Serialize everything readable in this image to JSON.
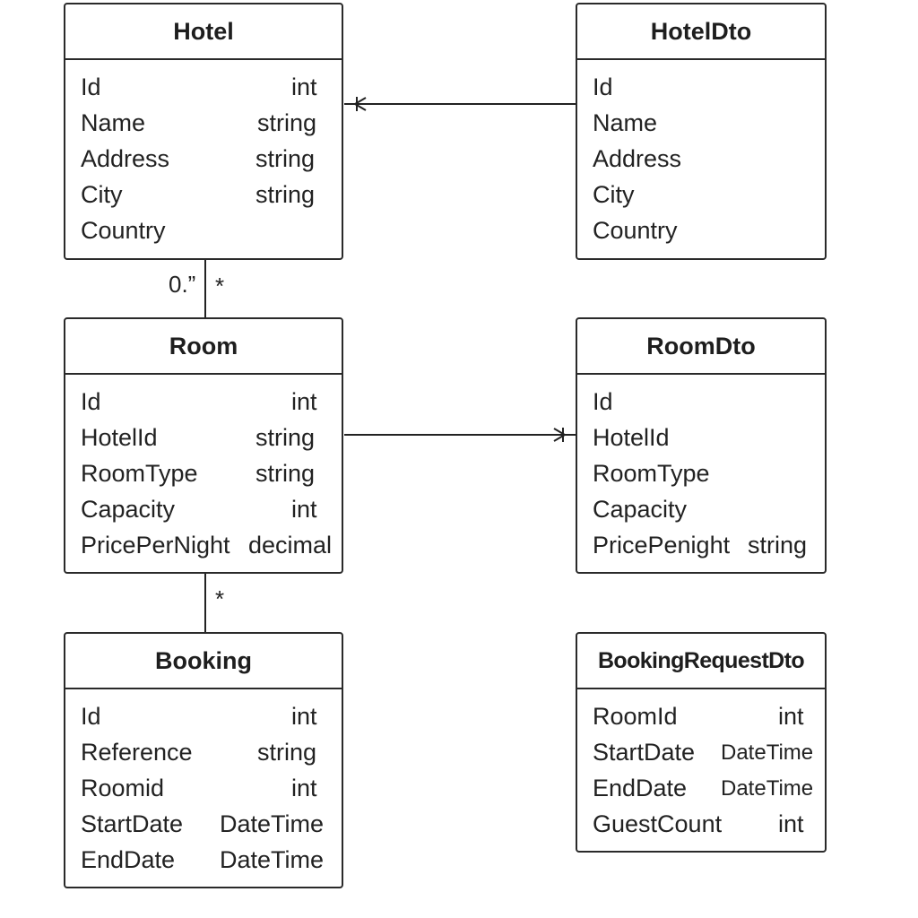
{
  "entities": {
    "hotel": {
      "title": "Hotel",
      "fields": [
        {
          "name": "Id",
          "type": "int"
        },
        {
          "name": "Name",
          "type": "string"
        },
        {
          "name": "Address",
          "type": "string"
        },
        {
          "name": "City",
          "type": "string"
        },
        {
          "name": "Country",
          "type": ""
        }
      ]
    },
    "hotelDto": {
      "title": "HotelDto",
      "fields": [
        {
          "name": "Id",
          "type": ""
        },
        {
          "name": "Name",
          "type": ""
        },
        {
          "name": "Address",
          "type": ""
        },
        {
          "name": "City",
          "type": ""
        },
        {
          "name": "Country",
          "type": ""
        }
      ]
    },
    "room": {
      "title": "Room",
      "fields": [
        {
          "name": "Id",
          "type": "int"
        },
        {
          "name": "HotelId",
          "type": "string"
        },
        {
          "name": "RoomType",
          "type": "string"
        },
        {
          "name": "Capacity",
          "type": "int"
        },
        {
          "name": "PricePerNight",
          "type": "decimal"
        }
      ]
    },
    "roomDto": {
      "title": "RoomDto",
      "fields": [
        {
          "name": "Id",
          "type": ""
        },
        {
          "name": "HotelId",
          "type": ""
        },
        {
          "name": "RoomType",
          "type": ""
        },
        {
          "name": "Capacity",
          "type": ""
        },
        {
          "name": "PricePenight",
          "type": "string"
        }
      ]
    },
    "booking": {
      "title": "Booking",
      "fields": [
        {
          "name": "Id",
          "type": "int"
        },
        {
          "name": "Reference",
          "type": "string"
        },
        {
          "name": "Roomid",
          "type": "int"
        },
        {
          "name": "StartDate",
          "type": "DateTime"
        },
        {
          "name": "EndDate",
          "type": "DateTime"
        }
      ]
    },
    "bookingRequestDto": {
      "title": "BookingRequestDto",
      "fields": [
        {
          "name": "RoomId",
          "type": "int"
        },
        {
          "name": "StartDate",
          "type": "DateTime"
        },
        {
          "name": "EndDate",
          "type": "DateTime"
        },
        {
          "name": "GuestCount",
          "type": "int"
        }
      ]
    }
  },
  "multiplicities": {
    "hotel_room_left": "0.”",
    "hotel_room_right": "*",
    "room_booking": "*"
  }
}
